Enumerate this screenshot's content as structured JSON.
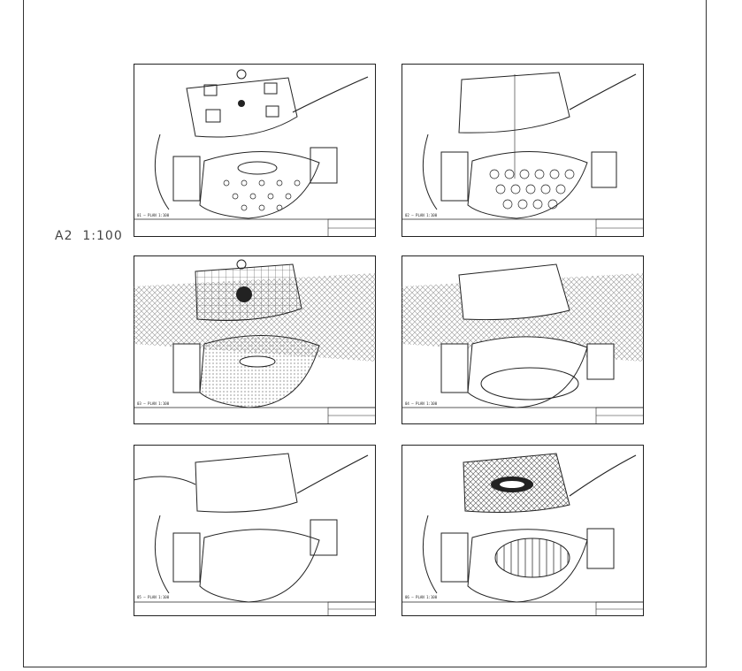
{
  "sheet": {
    "scale_label": "A2  1:100"
  },
  "panels": [
    {
      "id": "p1",
      "variant": "furniture-lounge"
    },
    {
      "id": "p2",
      "variant": "furniture-banquet"
    },
    {
      "id": "p3",
      "variant": "floor-finish-pattern"
    },
    {
      "id": "p4",
      "variant": "floor-finish-plain"
    },
    {
      "id": "p5",
      "variant": "ceiling-plain"
    },
    {
      "id": "p6",
      "variant": "ceiling-pattern"
    }
  ],
  "colors": {
    "line": "#222222",
    "hatch": "#555555",
    "paper": "#ffffff"
  }
}
